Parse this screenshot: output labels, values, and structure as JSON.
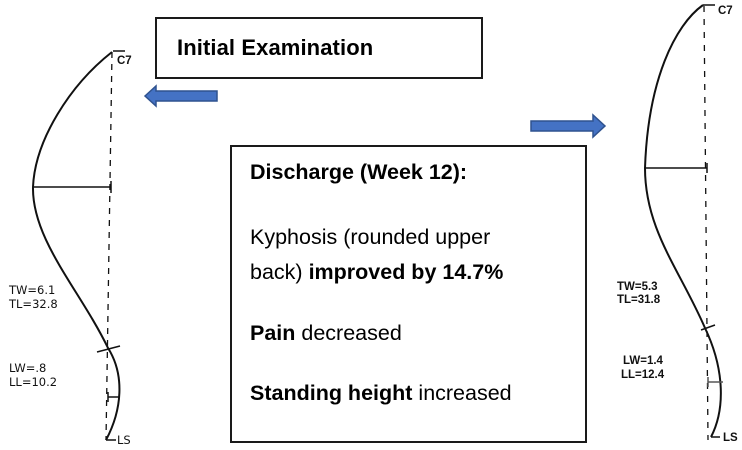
{
  "initial_box": {
    "title": "Initial Examination"
  },
  "discharge_box": {
    "title": "Discharge (Week 12):",
    "kyphosis_prefix": "Kyphosis (rounded upper",
    "kyphosis_line2_plain": "back) ",
    "kyphosis_line2_bold": "improved by 14.7%",
    "pain_bold": "Pain",
    "pain_plain": " decreased",
    "height_bold": "Standing height",
    "height_plain": " increased"
  },
  "left_spine": {
    "top_label": "C7",
    "bottom_label": "LS",
    "tw": "TW=6.1",
    "tl": "TL=32.8",
    "lw": "LW=.8",
    "ll": "LL=10.2"
  },
  "right_spine": {
    "top_label": "C7",
    "bottom_label": "LS",
    "tw": "TW=5.3",
    "tl": "TL=31.8",
    "lw": "LW=1.4",
    "ll": "LL=12.4"
  },
  "colors": {
    "arrow_fill": "#4472c4",
    "arrow_stroke": "#2f528f",
    "line": "#111111"
  }
}
